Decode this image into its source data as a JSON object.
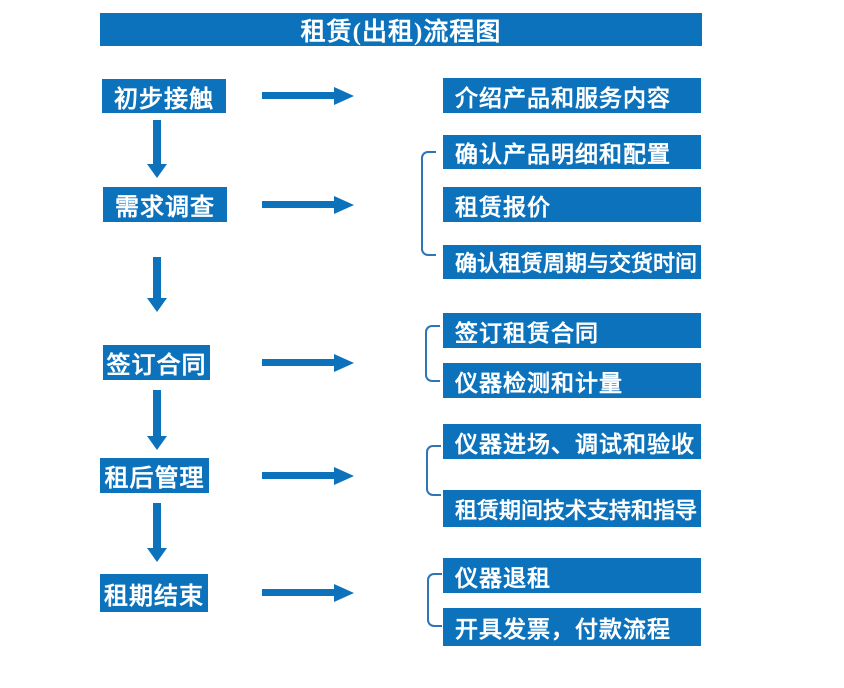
{
  "title": "租赁(出租)流程图",
  "flow": {
    "stages": [
      {
        "label": "初步接触",
        "outputs": [
          "介绍产品和服务内容"
        ]
      },
      {
        "label": "需求调查",
        "outputs": [
          "确认产品明细和配置",
          "租赁报价",
          "确认租赁周期与交货时间"
        ]
      },
      {
        "label": "签订合同",
        "outputs": [
          "签订租赁合同",
          "仪器检测和计量"
        ]
      },
      {
        "label": "租后管理",
        "outputs": [
          "仪器进场、调试和验收",
          "租赁期间技术支持和指导"
        ]
      },
      {
        "label": "租期结束",
        "outputs": [
          "仪器退租",
          "开具发票，付款流程"
        ]
      }
    ]
  },
  "colors": {
    "primary_blue": "#0d72bc",
    "bracket_blue": "#2e75b6",
    "text": "#ffffff",
    "background": "#ffffff"
  }
}
